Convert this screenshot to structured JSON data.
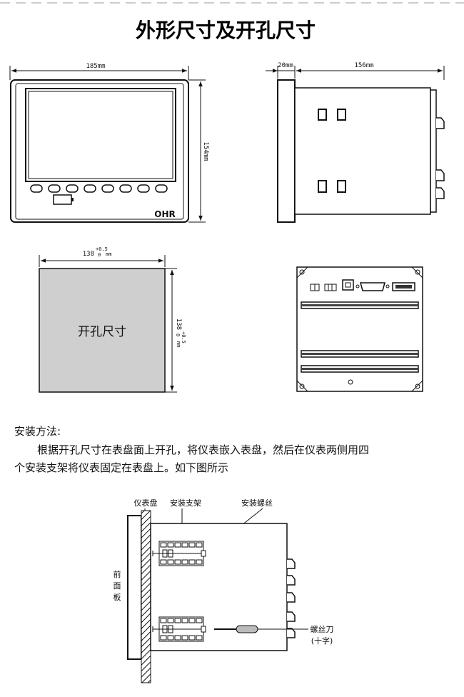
{
  "title": "外形尺寸及开孔尺寸",
  "front_view": {
    "width_label": "185mm",
    "height_label": "154mm",
    "logo": "OHR"
  },
  "side_view": {
    "bezel_label": "20mm",
    "depth_label": "156mm"
  },
  "cutout": {
    "width_main": "138",
    "width_tol": "+0.5",
    "width_tol_low": "0",
    "width_unit": "mm",
    "height_main": "138",
    "height_tol": "+0.5",
    "height_tol_low": "0",
    "height_unit": "mm",
    "label": "开孔尺寸"
  },
  "install": {
    "heading": "安装方法:",
    "text_line1": "根据开孔尺寸在表盘面上开孔，将仪表嵌入表盘，然后在仪表两侧用四",
    "text_line2": "个安装支架将仪表固定在表盘上。如下图所示"
  },
  "install_diagram": {
    "panel_label": "仪表盘",
    "bracket_label": "安装支架",
    "screw_label": "安装螺丝",
    "front_label_1": "前",
    "front_label_2": "面",
    "front_label_3": "板",
    "screwdriver_label": "螺丝刀",
    "screwdriver_sub": "(十字)"
  },
  "colors": {
    "line": "#111111",
    "cutout_fill": "#cfcfcf",
    "screen_fill": "#ffffff"
  }
}
